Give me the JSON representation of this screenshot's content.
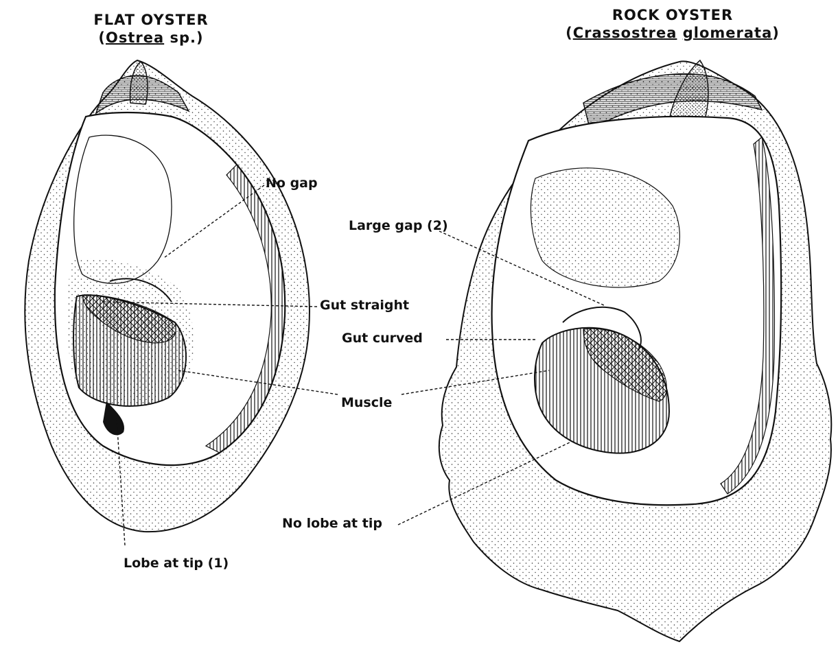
{
  "flat": {
    "title": "FLAT OYSTER",
    "sub_open": "(",
    "genus": "Ostrea",
    "sub_rest": " sp.)"
  },
  "rock": {
    "title": "ROCK OYSTER",
    "sub_open": "(",
    "genus": "Crassostrea",
    "space": " ",
    "species": "glomerata",
    "sub_close": ")"
  },
  "labels": {
    "no_gap": "No gap",
    "large_gap": "Large gap (2)",
    "gut_straight": "Gut straight",
    "gut_curved": "Gut curved",
    "muscle": "Muscle",
    "no_lobe": "No lobe at tip",
    "lobe": "Lobe at tip (1)"
  },
  "colors": {
    "ink": "#111111",
    "paper": "#ffffff"
  }
}
